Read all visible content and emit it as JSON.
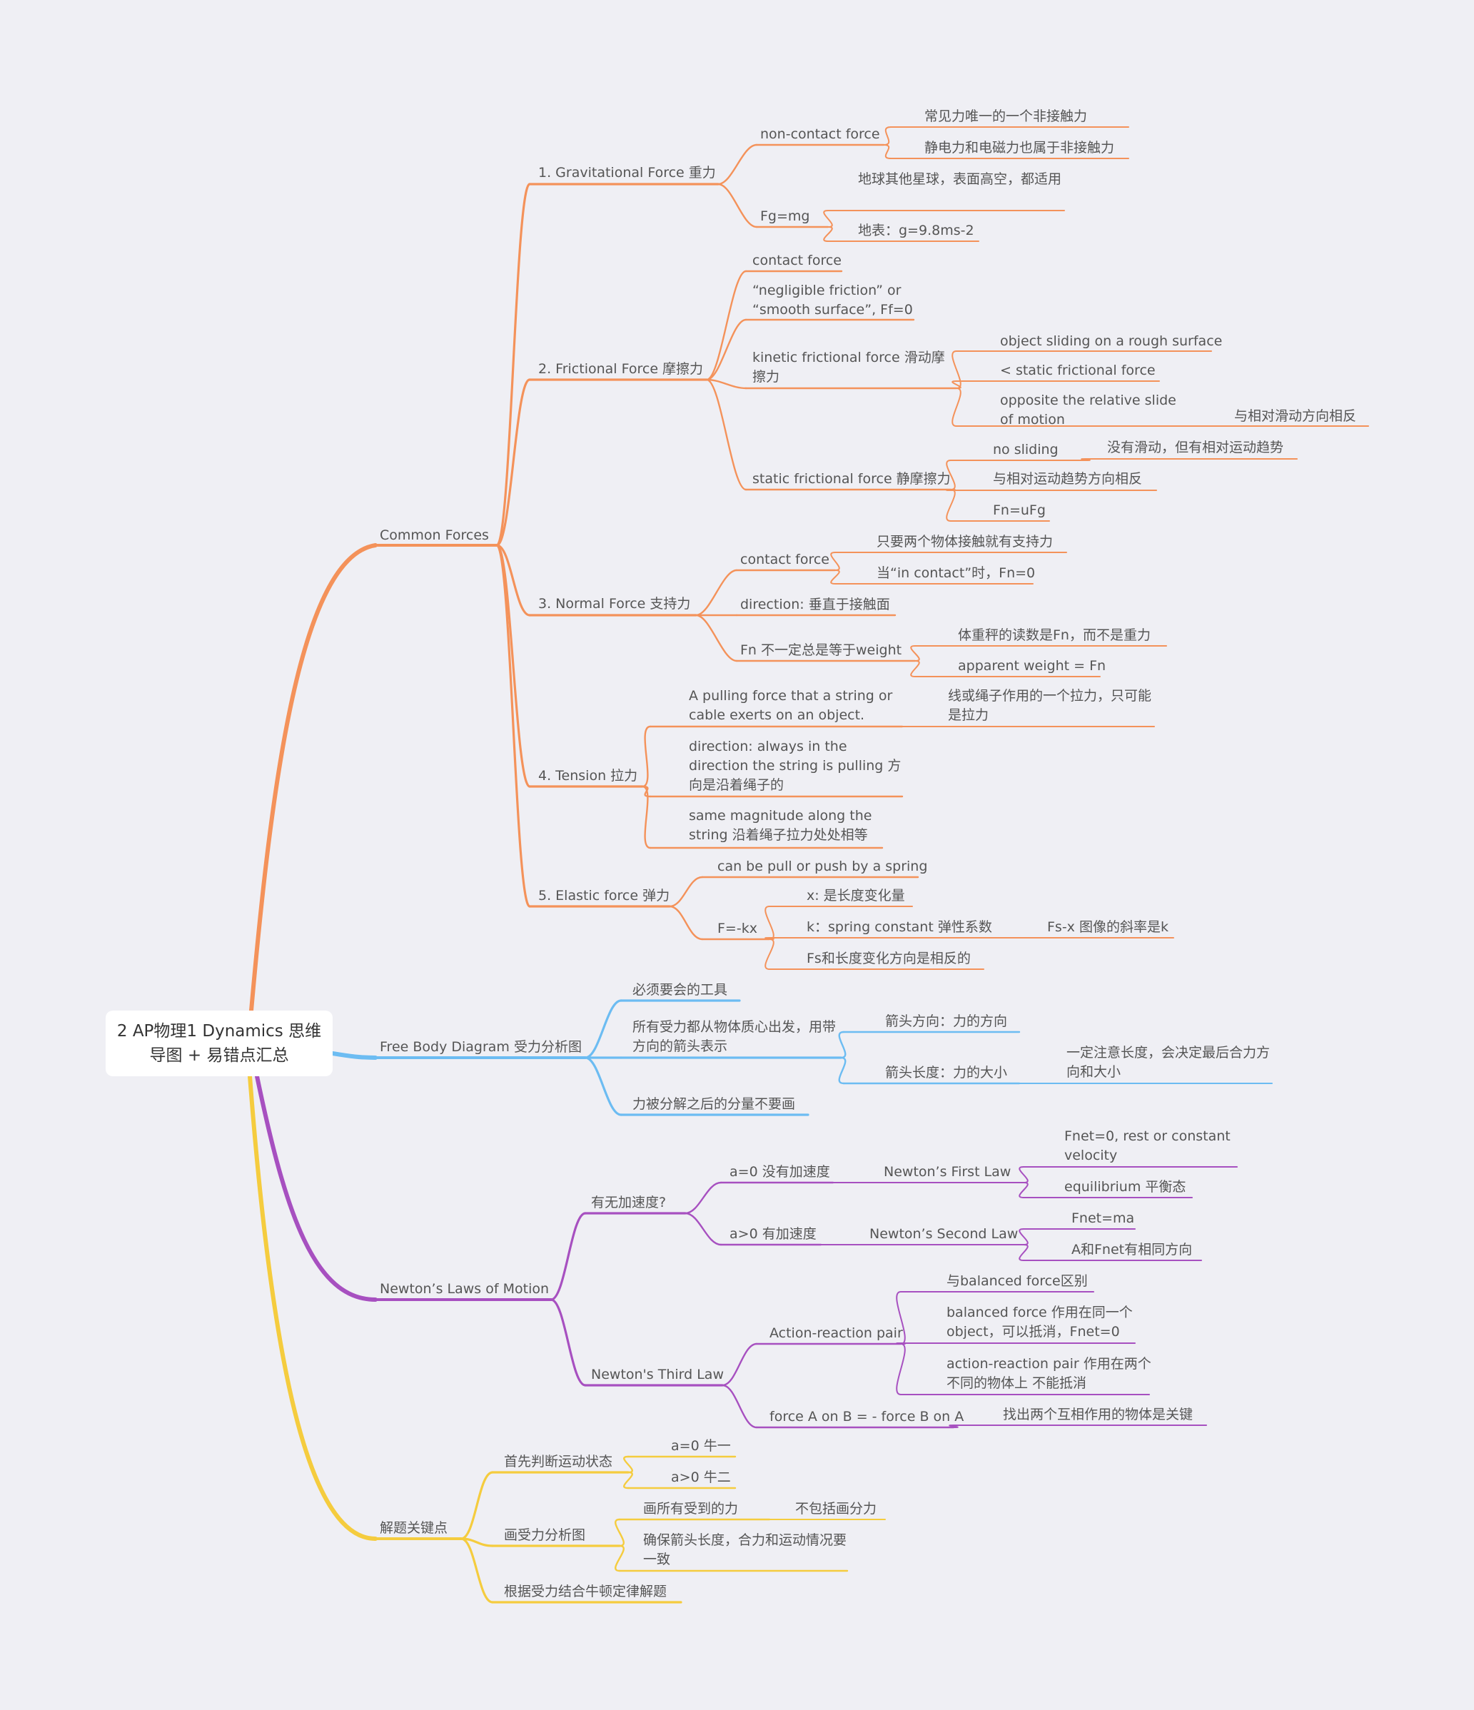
{
  "root": "2 AP物理1 Dynamics 思维导图 + 易错点汇总",
  "colors": {
    "forces": "#f4925a",
    "fbd": "#6cbcf2",
    "newton": "#a750c0",
    "solve": "#f5cc3e",
    "background": "#efeff4",
    "text": "#555555"
  },
  "branches": {
    "forces": {
      "label": "Common Forces",
      "gravity": {
        "label": "1. Gravitational Force 重力",
        "noncontact": {
          "label": "non-contact force",
          "c1": "常见力唯一的一个非接触力",
          "c2": "静电力和电磁力也属于非接触力"
        },
        "fgmg": {
          "label": "Fg=mg",
          "c1": "地球其他星球，表面高空，都适用",
          "c2": "地表：g=9.8ms-2"
        }
      },
      "friction": {
        "label": "2. Frictional Force 摩擦力",
        "contact": "contact force",
        "negligible": "“negligible friction” or “smooth surface”, Ff=0",
        "kinetic": {
          "label": "kinetic frictional force 滑动摩擦力",
          "c1": "object sliding on a rough surface",
          "c2": "< static frictional force",
          "c3": "opposite the relative slide of motion",
          "c3a": "与相对滑动方向相反"
        },
        "static": {
          "label": "static frictional force 静摩擦力",
          "c1": "no sliding",
          "c1a": "没有滑动，但有相对运动趋势",
          "c2": "与相对运动趋势方向相反",
          "c3": "Fn=uFg"
        }
      },
      "normal": {
        "label": "3. Normal Force 支持力",
        "contact": {
          "label": "contact force",
          "c1": "只要两个物体接触就有支持力",
          "c2": "当“in contact”时，Fn=0"
        },
        "direction": "direction: 垂直于接触面",
        "weight": {
          "label": "Fn 不一定总是等于weight",
          "c1": "体重秤的读数是Fn，而不是重力",
          "c2": "apparent weight = Fn"
        }
      },
      "tension": {
        "label": "4. Tension 拉力",
        "c1": "A pulling force that a string or cable exerts on an object.",
        "c1a": "线或绳子作用的一个拉力，只可能是拉力",
        "c2": "direction: always in the direction the string is pulling 方向是沿着绳子的",
        "c3": "same magnitude along the string 沿着绳子拉力处处相等"
      },
      "elastic": {
        "label": "5. Elastic force 弹力",
        "c1": "can be pull or push by a spring",
        "hooke": {
          "label": "F=-kx",
          "c1": "x: 是长度变化量",
          "c2": "k：spring constant 弹性系数",
          "c2a": "Fs-x 图像的斜率是k",
          "c3": "Fs和长度变化方向是相反的"
        }
      }
    },
    "fbd": {
      "label": "Free Body Diagram 受力分析图",
      "c1": "必须要会的工具",
      "c2": {
        "label": "所有受力都从物体质心出发，用带方向的箭头表示",
        "c1": "箭头方向：力的方向",
        "c2": "箭头长度：力的大小",
        "c2a": "一定注意长度，会决定最后合力方向和大小"
      },
      "c3": "力被分解之后的分量不要画"
    },
    "newton": {
      "label": "Newton’s Laws of Motion",
      "accel": {
        "label": "有无加速度?",
        "a0": {
          "label": "a=0 没有加速度",
          "law": "Newton’s First Law",
          "c1": "Fnet=0, rest or constant velocity",
          "c2": "equilibrium 平衡态"
        },
        "a1": {
          "label": "a>0 有加速度",
          "law": "Newton’s Second Law",
          "c1": "Fnet=ma",
          "c2": "A和Fnet有相同方向"
        }
      },
      "third": {
        "label": "Newton's Third Law",
        "pair": {
          "label": "Action-reaction pair",
          "c1": "与balanced force区别",
          "c2": "balanced force 作用在同一个object，可以抵消，Fnet=0",
          "c3": "action-reaction pair 作用在两个不同的物体上 不能抵消"
        },
        "ab": {
          "label": "force A on B = - force B on A",
          "c1": "找出两个互相作用的物体是关键"
        }
      }
    },
    "solve": {
      "label": "解题关键点",
      "s1": {
        "label": "首先判断运动状态",
        "c1": "a=0 牛一",
        "c2": "a>0 牛二"
      },
      "s2": {
        "label": "画受力分析图",
        "c1": "画所有受到的力",
        "c1a": "不包括画分力",
        "c2": "确保箭头长度，合力和运动情况要一致"
      },
      "s3": "根据受力结合牛顿定律解题"
    }
  }
}
